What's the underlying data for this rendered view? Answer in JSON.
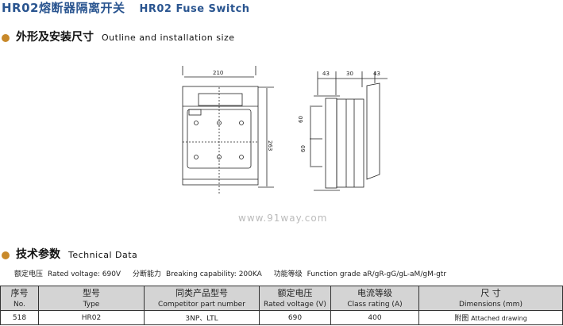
{
  "title": {
    "cn": "HR02熔断器隔离开关",
    "en": "HR02 Fuse Switch"
  },
  "outline": {
    "cn": "外形及安装尺寸",
    "en": "Outline  and  installation size"
  },
  "dims": {
    "width": "210",
    "height": "263",
    "d1": "43",
    "d2": "30",
    "d3": "43",
    "v1": "60",
    "v2": "60"
  },
  "technical": {
    "cn": "技术参数",
    "en": "Technical Data"
  },
  "specs": [
    {
      "cn": "额定电压",
      "en": "Rated voltage: 690V"
    },
    {
      "cn": "分断能力",
      "en": "Breaking capability: 200KA"
    },
    {
      "cn": "功能等级",
      "en": "Function grade  aR/gR-gG/gL-aM/gM-gtr"
    }
  ],
  "table": {
    "headers_cn": [
      "序号",
      "型号",
      "同类产品型号",
      "额定电压",
      "电流等级",
      "尺 寸"
    ],
    "headers_en": [
      "No.",
      "Type",
      "Competitor part number",
      "Rated voltage (V)",
      "Class rating (A)",
      "Dimensions (mm)"
    ],
    "rows": [
      {
        "no": "518",
        "type": "HR02",
        "competitor": "3NP、LTL",
        "voltage": "690",
        "rating": "400",
        "dim_cn": "附图",
        "dim_en": "Attached drawing"
      }
    ]
  },
  "watermark": "www.91way.com",
  "colors": {
    "title": "#2a5590",
    "bullet": "#c8892a",
    "header_bg": "#d4d4d4"
  }
}
